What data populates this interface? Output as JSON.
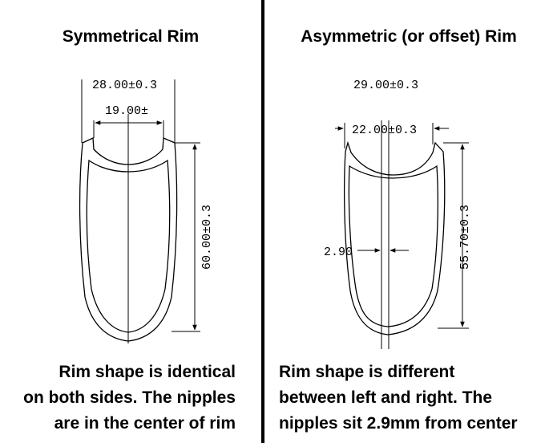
{
  "left_panel": {
    "title": "Symmetrical Rim",
    "dim_outer_width": "28.00±0.3",
    "dim_inner_width": "19.00±",
    "dim_height": "60.00±0.3",
    "caption": [
      "Rim shape is identical",
      "on both sides. The nipples",
      "are in the center of rim"
    ]
  },
  "right_panel": {
    "title": "Asymmetric (or offset) Rim",
    "dim_outer_width": "29.00±0.3",
    "dim_inner_width": "22.00±0.3",
    "dim_offset": "2.90",
    "dim_height": "55.70±0.3",
    "caption": [
      "Rim shape is different",
      "between left and right. The",
      "nipples sit 2.9mm from center"
    ]
  },
  "colors": {
    "line": "#000000",
    "background": "#ffffff"
  }
}
